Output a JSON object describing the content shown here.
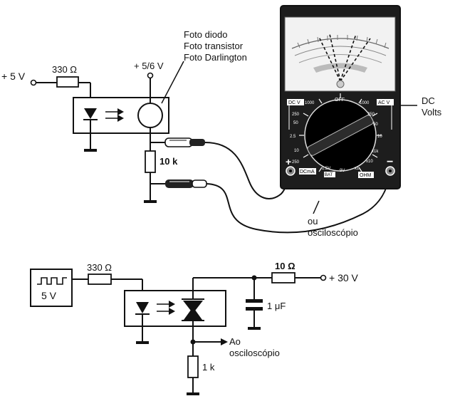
{
  "top_circuit": {
    "supply_left": "+ 5 V",
    "resistor_in": "330 Ω",
    "device_lines": [
      "Foto diodo",
      "Foto transistor",
      "Foto Darlington"
    ],
    "supply_right": "+ 5/6 V",
    "resistor_load": "10 k",
    "output_label": [
      "DC",
      "Volts"
    ],
    "alt_label": [
      "ou",
      "osciloscópio"
    ]
  },
  "multimeter": {
    "dial_off": "OFF",
    "dcv_tag": "DC V",
    "acv_tag": "AC V",
    "dcma_tag": "DCmA",
    "ohm_tag": "OHM",
    "bat_tag": "BAT",
    "left_scale": [
      "1000",
      "250",
      "50",
      "2.5",
      "10",
      "250"
    ],
    "right_scale": [
      "1000",
      "250",
      "50",
      "10",
      "x1k",
      "x10",
      "x1"
    ],
    "bottom_scale": [
      "1.5V",
      "9V"
    ],
    "plus": "+",
    "minus": "−"
  },
  "bottom_circuit": {
    "generator_label": "5 V",
    "resistor_in": "330 Ω",
    "resistor_supply": "10 Ω",
    "supply": "+ 30 V",
    "capacitor": "1 μF",
    "output_label": [
      "Ao",
      "osciloscópio"
    ],
    "resistor_load": "1 k"
  }
}
